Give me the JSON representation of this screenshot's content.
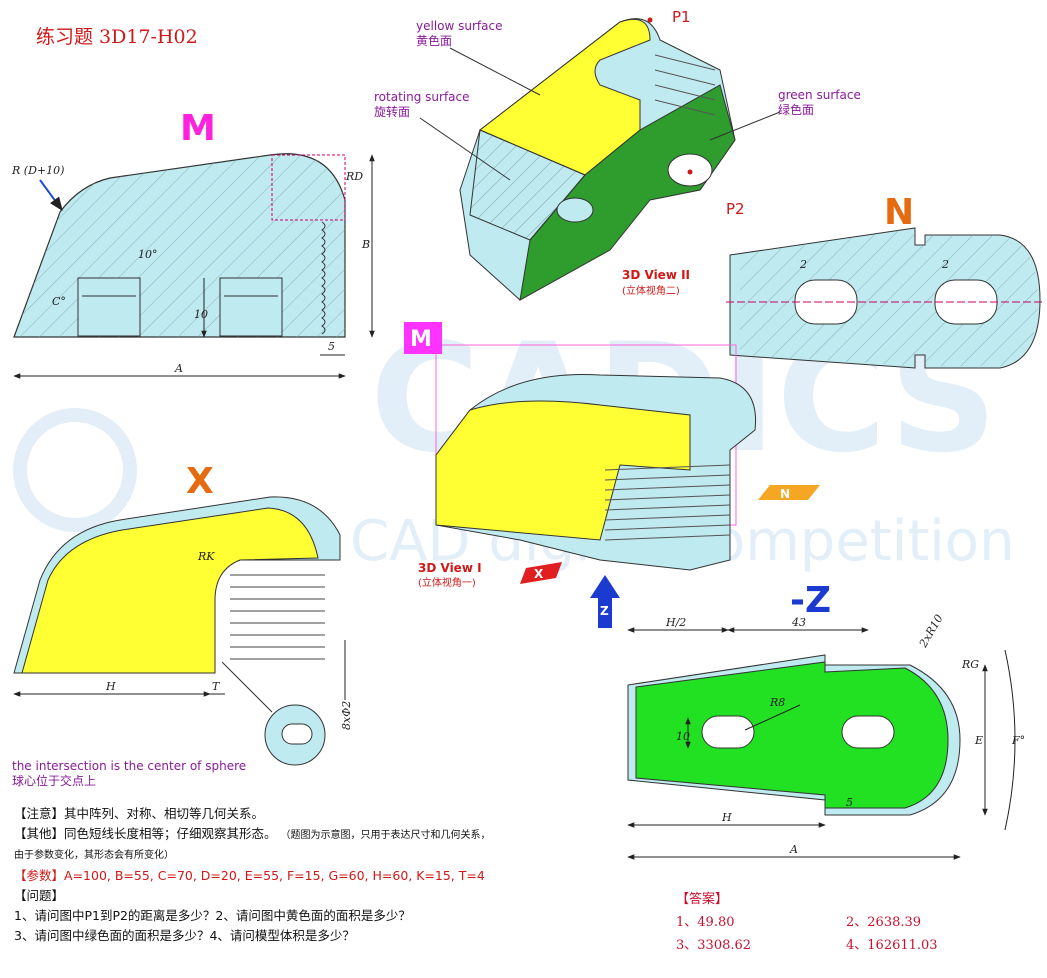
{
  "title": "练习题 3D17-H02",
  "watermark": {
    "brand": "CADICS",
    "subtitle": "CAD digital competition"
  },
  "views": {
    "M": "M",
    "N": "N",
    "X": "X",
    "Z": "-Z",
    "iso_M": "M",
    "iso_N": "N",
    "iso_X": "X",
    "iso_Z": "Z"
  },
  "view3d_2": {
    "label": "3D View II",
    "sub": "(立体视角二)"
  },
  "view3d_1": {
    "label": "3D View I",
    "sub": "(立体视角一)"
  },
  "callouts": {
    "yellow_en": "yellow surface",
    "yellow_cn": "黄色面",
    "rotating_en": "rotating surface",
    "rotating_cn": "旋转面",
    "green_en": "green surface",
    "green_cn": "绿色面",
    "p1": "P1",
    "p2": "P2",
    "sphere_en": "the intersection is the center of sphere",
    "sphere_cn": "球心位于交点上"
  },
  "dims": {
    "R_D10": "R (D+10)",
    "RD": "RD",
    "B": "B",
    "ten_deg": "10°",
    "C_deg": "C°",
    "ten": "10",
    "five": "5",
    "A": "A",
    "two": "2",
    "RK": "RK",
    "H": "H",
    "T": "T",
    "eight_phi2": "8xΦ2",
    "H_half": "H/2",
    "forty_three": "43",
    "two_R10": "2xR10",
    "RG": "RG",
    "R8": "R8",
    "E": "E",
    "F_deg": "F°"
  },
  "notes": {
    "note_label": "【注意】",
    "note_text": "其中阵列、对称、相切等几何关系。",
    "other_label": "【其他】",
    "other_text": "同色短线长度相等；仔细观察其形态。",
    "other_small": "（题图为示意图，只用于表达尺寸和几何关系，",
    "other_small2": "由于参数变化，其形态会有所变化）",
    "param_label": "【参数】",
    "param_text": "A=100, B=55, C=70, D=20, E=55, F=15, G=60, H=60, K=15, T=4",
    "question_label": "【问题】",
    "q1": "1、请问图中P1到P2的距离是多少？2、请问图中黄色面的面积是多少？",
    "q2": "3、请问图中绿色面的面积是多少？4、请问模型体积是多少？"
  },
  "answers": {
    "label": "【答案】",
    "a1": "1、49.80",
    "a2": "2、2638.39",
    "a3": "3、3308.62",
    "a4": "4、162611.03"
  },
  "colors": {
    "cyan": "#bfeaf0",
    "yellow": "#ffff33",
    "green": "#2e9d2e",
    "bright_green": "#22e022",
    "magenta": "#ff33ff",
    "orange": "#f07a1a"
  }
}
